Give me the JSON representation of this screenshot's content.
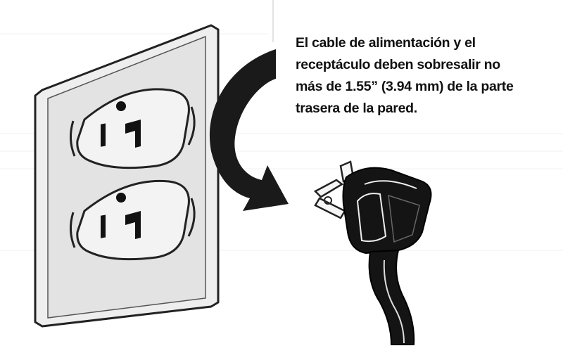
{
  "caption": {
    "lines": [
      "El cable de alimentación y el",
      "receptáculo deben sobresalir no",
      "más de 1.55” (3.94 mm) de la parte",
      "trasera de la pared."
    ]
  },
  "colors": {
    "background": "#ffffff",
    "ink": "#111111",
    "plate": "#e6e6e6",
    "outline": "#222222",
    "arrow": "#1a1a1a"
  }
}
